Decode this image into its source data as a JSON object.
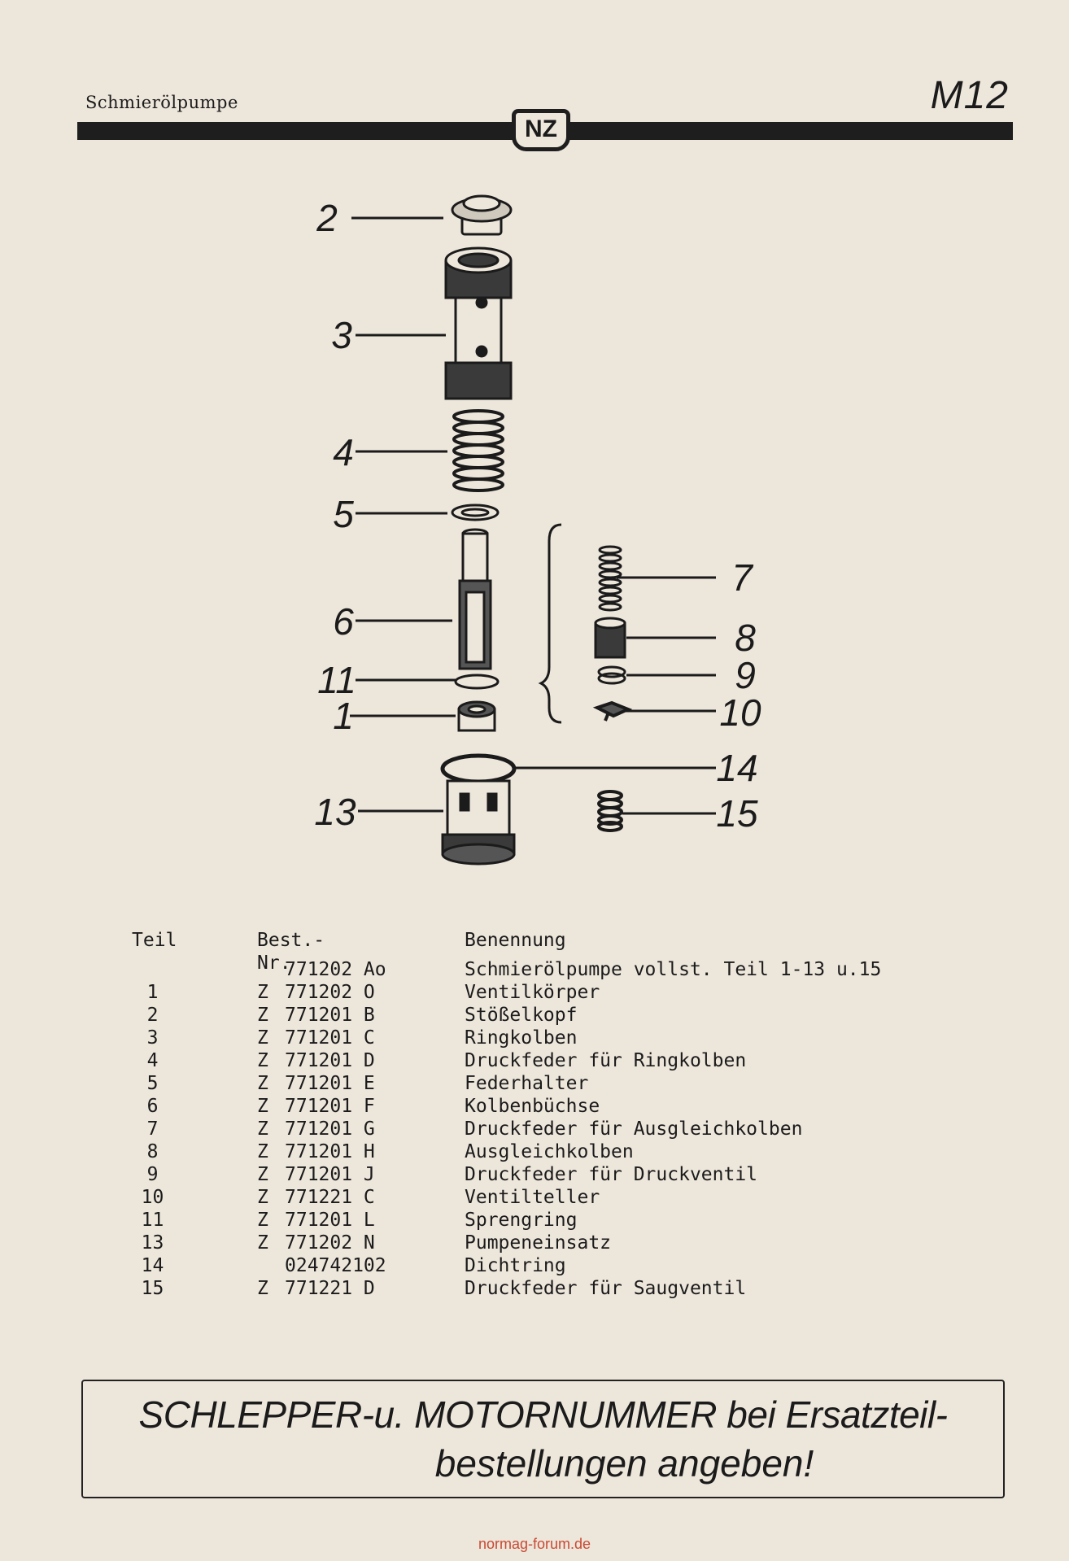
{
  "header": {
    "section_title": "Schmierölpumpe",
    "page_code": "M12",
    "logo_text": "NZ"
  },
  "diagram": {
    "callouts": [
      "2",
      "3",
      "4",
      "5",
      "6",
      "11",
      "1",
      "7",
      "8",
      "9",
      "10",
      "14",
      "13",
      "15"
    ]
  },
  "parts_table": {
    "headers": {
      "teil": "Teil",
      "best_nr": "Best.-Nr.",
      "benennung": "Benennung"
    },
    "rows": [
      {
        "teil": "",
        "prefix": "",
        "number": "771202 Ao",
        "name": "Schmierölpumpe vollst. Teil 1-13 u.15"
      },
      {
        "teil": "1",
        "prefix": "Z",
        "number": "771202 O",
        "name": "Ventilkörper"
      },
      {
        "teil": "2",
        "prefix": "Z",
        "number": "771201 B",
        "name": "Stößelkopf"
      },
      {
        "teil": "3",
        "prefix": "Z",
        "number": "771201 C",
        "name": "Ringkolben"
      },
      {
        "teil": "4",
        "prefix": "Z",
        "number": "771201 D",
        "name": "Druckfeder für Ringkolben"
      },
      {
        "teil": "5",
        "prefix": "Z",
        "number": "771201 E",
        "name": "Federhalter"
      },
      {
        "teil": "6",
        "prefix": "Z",
        "number": "771201 F",
        "name": "Kolbenbüchse"
      },
      {
        "teil": "7",
        "prefix": "Z",
        "number": "771201 G",
        "name": "Druckfeder für Ausgleichkolben"
      },
      {
        "teil": "8",
        "prefix": "Z",
        "number": "771201 H",
        "name": "Ausgleichkolben"
      },
      {
        "teil": "9",
        "prefix": "Z",
        "number": "771201 J",
        "name": "Druckfeder für Druckventil"
      },
      {
        "teil": "10",
        "prefix": "Z",
        "number": "771221 C",
        "name": "Ventilteller"
      },
      {
        "teil": "11",
        "prefix": "Z",
        "number": "771201 L",
        "name": "Sprengring"
      },
      {
        "teil": "13",
        "prefix": "Z",
        "number": "771202 N",
        "name": "Pumpeneinsatz"
      },
      {
        "teil": "14",
        "prefix": "",
        "number": "024742102",
        "name": "Dichtring"
      },
      {
        "teil": "15",
        "prefix": "Z",
        "number": "771221 D",
        "name": "Druckfeder für Saugventil"
      }
    ]
  },
  "notice": {
    "line1": "SCHLEPPER-u. MOTORNUMMER bei Ersatzteil-",
    "line2": "bestellungen angeben!"
  },
  "footer": {
    "watermark": "normag-forum.de"
  }
}
